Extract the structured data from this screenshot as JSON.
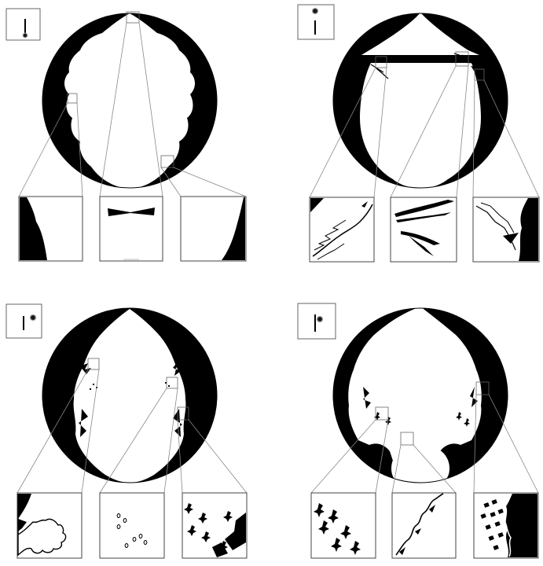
{
  "figure": {
    "panel_count": 4,
    "insets_per_panel": 3,
    "colors": {
      "fill": "#000000",
      "background": "#ffffff",
      "frame": "#555555",
      "connector": "#777777"
    }
  },
  "panels": [
    {
      "id": "top-left",
      "icon": "vertical-bar-with-dot-below"
    },
    {
      "id": "top-right",
      "icon": "vertical-bar-with-dot-above"
    },
    {
      "id": "bottom-left",
      "icon": "vertical-bar-with-dot-right"
    },
    {
      "id": "bottom-right",
      "icon": "vertical-bar-with-dot-on-top-right"
    }
  ]
}
